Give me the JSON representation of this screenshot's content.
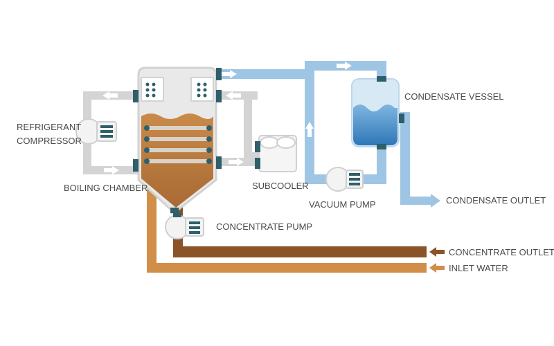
{
  "labels": {
    "refrigerant_compressor_line1": "REFRIGERANT",
    "refrigerant_compressor_line2": "COMPRESSOR",
    "boiling_chamber": "BOILING CHAMBER",
    "subcooler": "SUBCOOLER",
    "vacuum_pump": "VACUUM PUMP",
    "condensate_vessel": "CONDENSATE VESSEL",
    "condensate_outlet": "CONDENSATE OUTLET",
    "concentrate_pump": "CONCENTRATE PUMP",
    "concentrate_outlet": "CONCENTRATE OUTLET",
    "inlet_water": "INLET WATER"
  },
  "colors": {
    "refrigerant_pipe": "#d4d4d4",
    "vapor_pipe": "#9fc5e4",
    "concentrate_pipe": "#8a5328",
    "inlet_pipe": "#d18e48",
    "chamber_liquid": "#b8763c",
    "chamber_shell": "#e7e7e7",
    "connector": "#2f5f6b",
    "water": "#5e9dd0"
  }
}
